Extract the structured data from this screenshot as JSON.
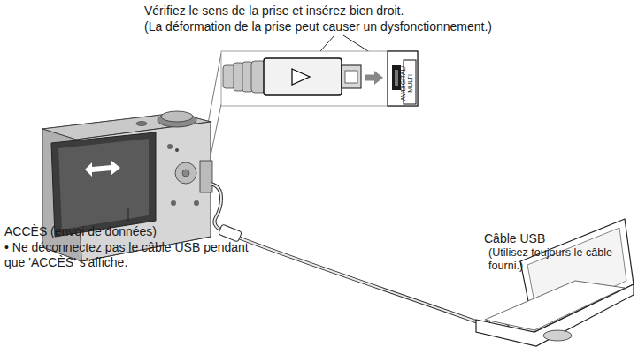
{
  "diagram": {
    "labels": [
      "Vérifiez le sens de la prise et insérez bien droit.",
      "(La déformation de la prise peut causer un dysfonctionnement.)",
      "AV/DIGITAL/ MULTI",
      "Câble USB",
      "(Utilisez toujours le câble fourni.)",
      "ACCÈS (envoi de données)",
      "• Ne déconnectez pas le câble USB pendant que 'ACCÈS' s'affiche."
    ]
  }
}
